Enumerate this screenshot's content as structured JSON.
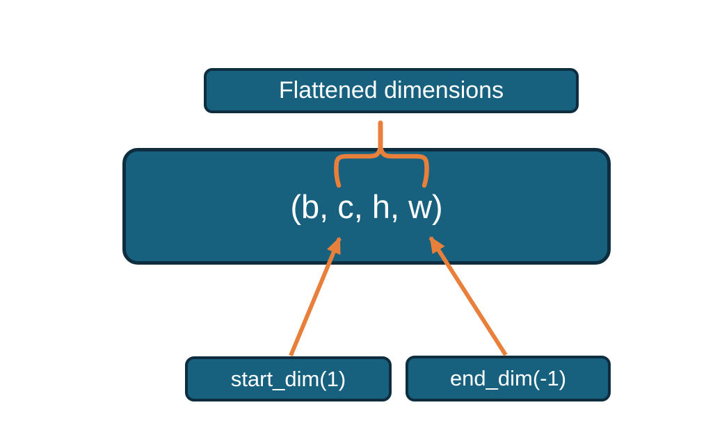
{
  "diagram": {
    "title_box": {
      "label": "Flattened dimensions"
    },
    "tensor_box": {
      "label": "(b, c, h, w)"
    },
    "start_dim_box": {
      "label": "start_dim(1)"
    },
    "end_dim_box": {
      "label": "end_dim(-1)"
    }
  },
  "colors": {
    "box_fill": "#17617F",
    "box_border": "#0E2E40",
    "connector": "#E8803B",
    "text": "#FFFFFF",
    "background": "#FFFFFF"
  }
}
